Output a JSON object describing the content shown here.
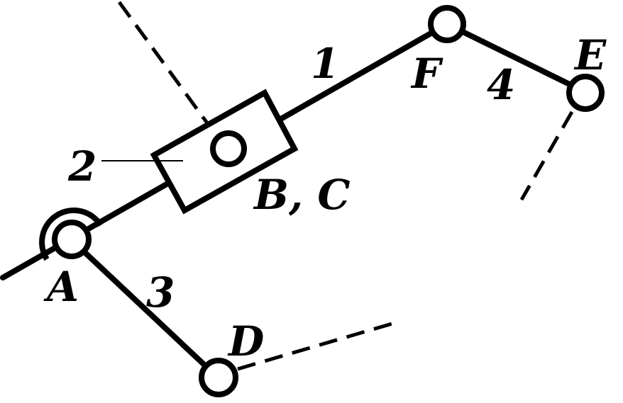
{
  "labels": {
    "link1": "1",
    "link2": "2",
    "link3": "3",
    "link4": "4",
    "A": "A",
    "BC": "B, C",
    "D": "D",
    "E": "E",
    "F": "F"
  }
}
